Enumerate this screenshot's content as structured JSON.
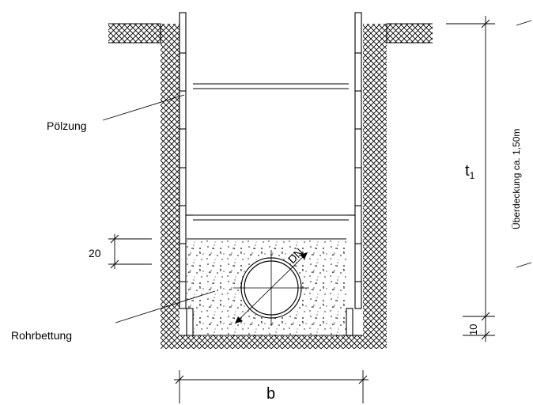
{
  "labels": {
    "poelzung": "Pölzung",
    "rohrbettung": "Rohrbettung",
    "dim_20": "20",
    "dim_10": "10",
    "dim_b": "b",
    "dim_t1": "t",
    "dim_t1_sub": "1",
    "dn": "DN",
    "ueberdeckung": "Überdeckung ca. 1,50m"
  }
}
